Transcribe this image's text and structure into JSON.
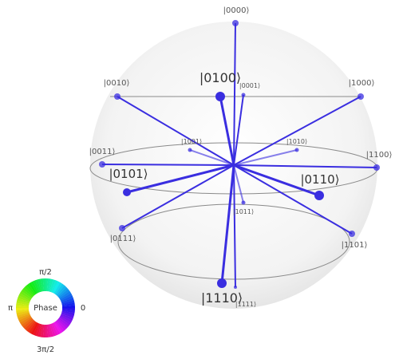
{
  "sphere": {
    "states": [
      {
        "label": "|0000⟩",
        "emphasis": false
      },
      {
        "label": "|0001⟩",
        "emphasis": false
      },
      {
        "label": "|0010⟩",
        "emphasis": false
      },
      {
        "label": "|0011⟩",
        "emphasis": false
      },
      {
        "label": "|0100⟩",
        "emphasis": true
      },
      {
        "label": "|0101⟩",
        "emphasis": true
      },
      {
        "label": "|0110⟩",
        "emphasis": true
      },
      {
        "label": "|0111⟩",
        "emphasis": false
      },
      {
        "label": "|1000⟩",
        "emphasis": false
      },
      {
        "label": "|1001⟩",
        "emphasis": false
      },
      {
        "label": "|1010⟩",
        "emphasis": false
      },
      {
        "label": "|1011⟩",
        "emphasis": false
      },
      {
        "label": "|1100⟩",
        "emphasis": false
      },
      {
        "label": "|1101⟩",
        "emphasis": false
      },
      {
        "label": "|1110⟩",
        "emphasis": true
      },
      {
        "label": "|1111⟩",
        "emphasis": false
      }
    ],
    "vector_color": "#3a2ee0",
    "ring_color": "#8a8a8a"
  },
  "phase_legend": {
    "title": "Phase",
    "top": "π/2",
    "left": "π",
    "right": "0",
    "bottom": "3π/2"
  }
}
